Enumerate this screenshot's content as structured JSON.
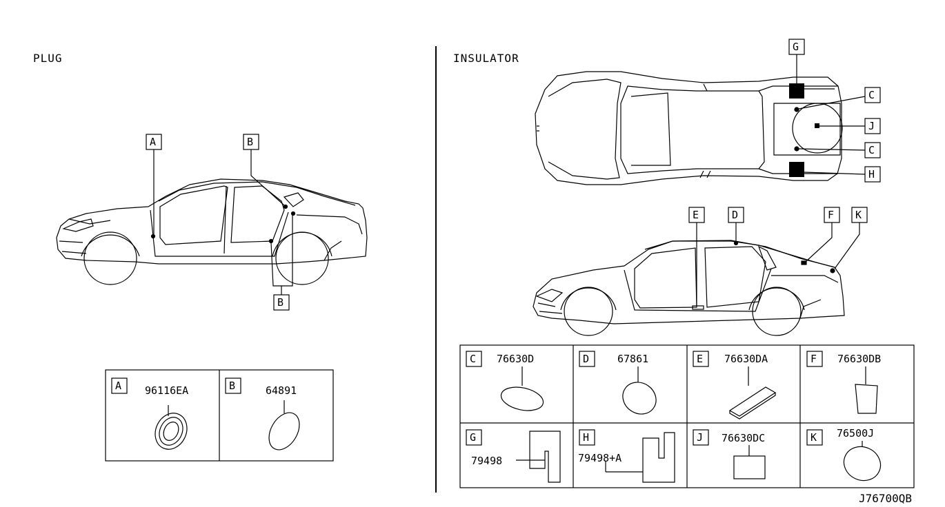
{
  "plug": {
    "title": "PLUG",
    "callouts": {
      "a": "A",
      "b_top": "B",
      "b_bottom": "B"
    },
    "parts": [
      {
        "code": "A",
        "number": "96116EA"
      },
      {
        "code": "B",
        "number": "64891"
      }
    ]
  },
  "insulator": {
    "title": "INSULATOR",
    "callouts": {
      "g": "G",
      "c1": "C",
      "j": "J",
      "c2": "C",
      "h": "H",
      "e": "E",
      "d": "D",
      "f": "F",
      "k": "K"
    },
    "parts": [
      {
        "code": "C",
        "number": "76630D"
      },
      {
        "code": "D",
        "number": "67861"
      },
      {
        "code": "E",
        "number": "76630DA"
      },
      {
        "code": "F",
        "number": "76630DB"
      },
      {
        "code": "G",
        "number": "79498"
      },
      {
        "code": "H",
        "number": "79498+A"
      },
      {
        "code": "J",
        "number": "76630DC"
      },
      {
        "code": "K",
        "number": "76500J"
      }
    ]
  },
  "diagram_id": "J76700QB"
}
